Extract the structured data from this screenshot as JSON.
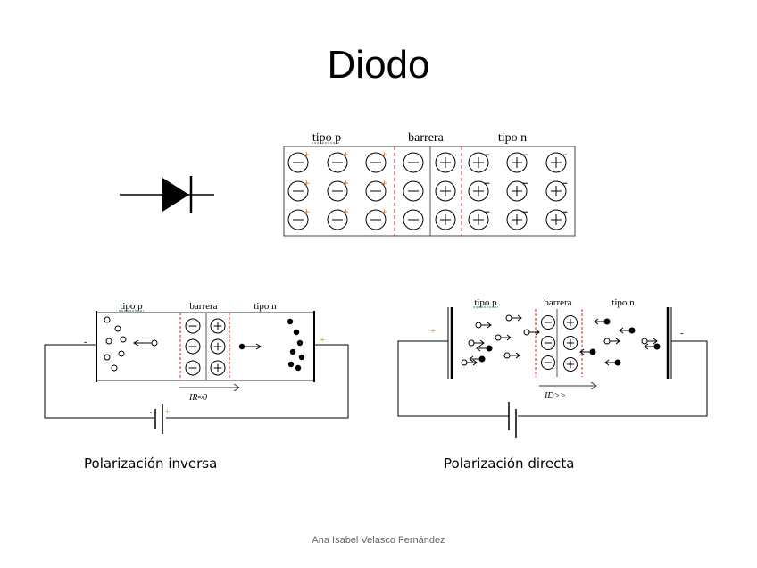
{
  "slide": {
    "title": "Diodo",
    "author": "Ana Isabel Velasco Fernández"
  },
  "top_diagram": {
    "region_labels": [
      "tipo p",
      "barrera",
      "tipo n"
    ],
    "rows": 3,
    "p_ions_per_row": 3,
    "barrier_neg_per_row": 1,
    "barrier_pos_per_row": 1,
    "n_ions_per_row": 3
  },
  "reverse_bias": {
    "caption": "Polarización inversa",
    "region_labels": [
      "tipo p",
      "barrera",
      "tipo n"
    ],
    "current_label": "IR≈0",
    "terminal_left": "-",
    "terminal_right": "+"
  },
  "forward_bias": {
    "caption": "Polarización directa",
    "region_labels": [
      "tipo p",
      "barrera",
      "tipo n"
    ],
    "current_label": "ID>>",
    "terminal_left": "+",
    "terminal_right": "-"
  },
  "colors": {
    "ink": "#000000",
    "barrier_line": "#cc2222",
    "charge_mark": "#d08a2a",
    "author_text": "#666666"
  }
}
